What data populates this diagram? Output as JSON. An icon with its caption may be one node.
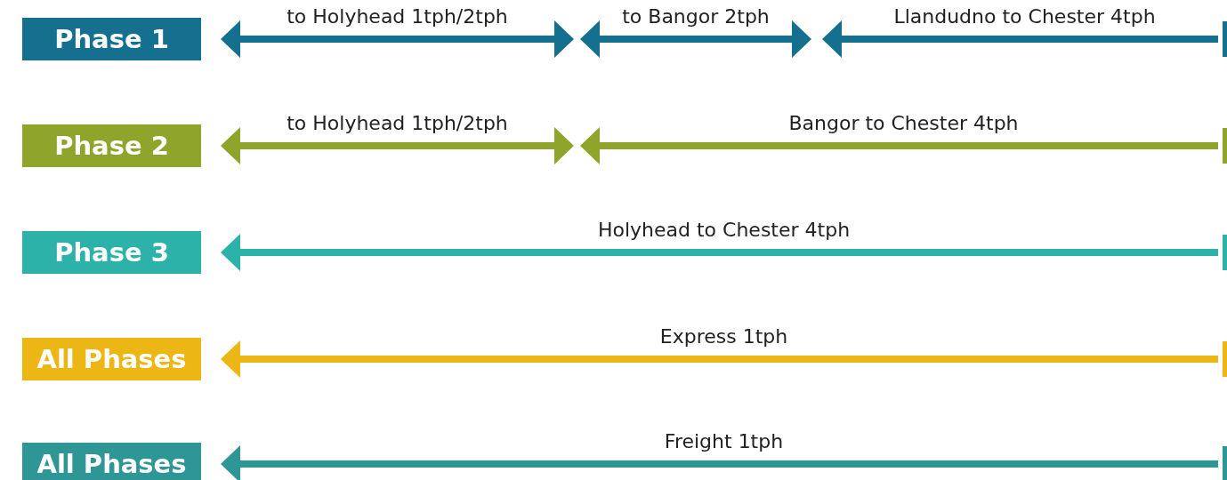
{
  "diagram": {
    "nodes": [
      {
        "text": [
          "Phase 1"
        ]
      },
      {
        "text": [
          "Phase 2"
        ]
      },
      {
        "text": [
          "Phase 3"
        ]
      },
      {
        "text": [
          "All Phases"
        ]
      },
      {
        "text": [
          "All Phases"
        ]
      }
    ],
    "labels": [
      "to Holyhead 1tph/2tph",
      "to Bangor 2tph",
      "Llandudno to Chester 4tph",
      "to Holyhead 1tph/2tph",
      "Bangor to Chester 4tph",
      "Holyhead to Chester 4tph",
      "Express 1tph",
      "Freight 1tph"
    ]
  }
}
